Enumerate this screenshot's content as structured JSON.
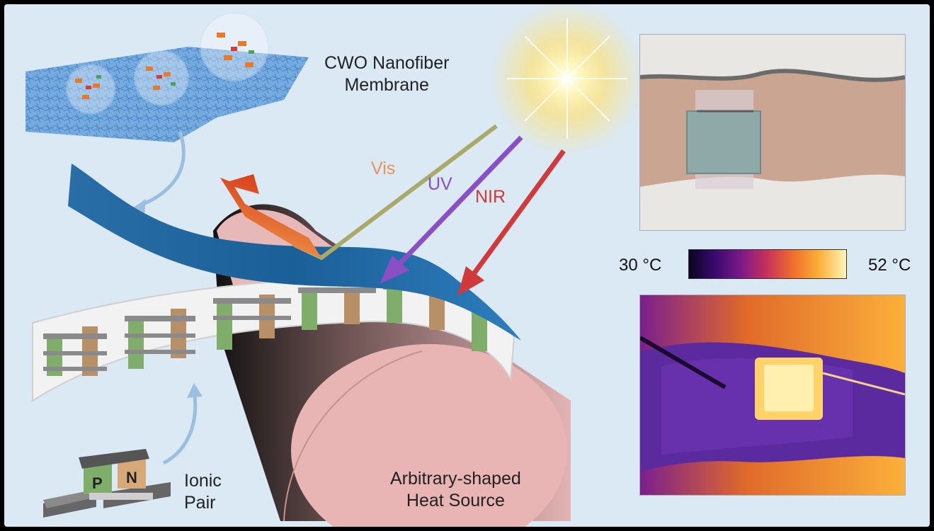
{
  "labels": {
    "membrane": "CWO Nanofiber\nMembrane",
    "membrane_line1": "CWO Nanofiber",
    "membrane_line2": "Membrane",
    "vis": "Vis",
    "uv": "UV",
    "nir": "NIR",
    "ionic_line1": "Ionic",
    "ionic_line2": "Pair",
    "heat_line1": "Arbitrary-shaped",
    "heat_line2": "Heat Source",
    "p": "P",
    "n": "N"
  },
  "colorbar": {
    "min_label": "30 °C",
    "max_label": "52 °C",
    "stops": [
      "#0b0420",
      "#3a0a6e",
      "#7b1a8a",
      "#c8325a",
      "#f0702a",
      "#fbb23a",
      "#fff5b8"
    ]
  },
  "colors": {
    "background": "#dbe9f5",
    "membrane_blue": "#1f6ea8",
    "vis": "#e8925a",
    "uv": "#8a4fc4",
    "nir": "#d13a3a",
    "heat_source": "#e8b4b4",
    "p_leg": "#7fae6a",
    "n_leg": "#b89068"
  }
}
